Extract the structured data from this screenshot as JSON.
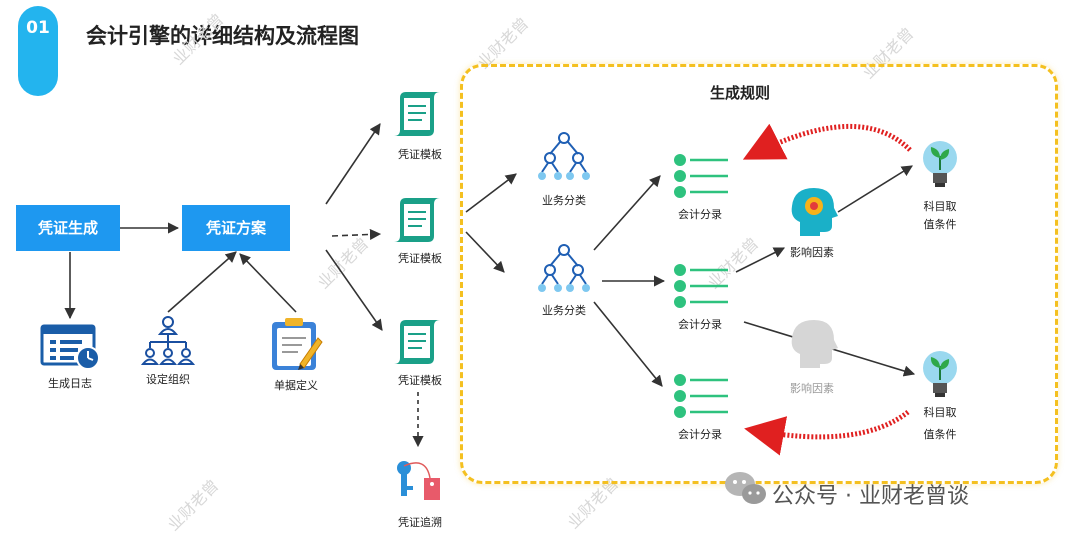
{
  "header": {
    "badge": "01",
    "title": "会计引擎的详细结构及流程图"
  },
  "left": {
    "voucher_gen": "凭证生成",
    "voucher_plan": "凭证方案",
    "gen_log": "生成日志",
    "set_org": "设定组织",
    "doc_def": "单据定义"
  },
  "templates": {
    "t1": "凭证模板",
    "t2": "凭证模板",
    "t3": "凭证模板",
    "trace": "凭证追溯"
  },
  "rules": {
    "title": "生成规则",
    "biz_cat_1": "业务分类",
    "biz_cat_2": "业务分类",
    "entry_1": "会计分录",
    "entry_2": "会计分录",
    "entry_3": "会计分录",
    "factor_1": "影响因素",
    "factor_2": "影响因素",
    "cond_1_line1": "科目取",
    "cond_1_line2": "值条件",
    "cond_2_line1": "科目取",
    "cond_2_line2": "值条件"
  },
  "watermark": "业财老曾",
  "footer": {
    "text": "公众号 · 业财老曾谈"
  },
  "colors": {
    "badge": "#23b4ee",
    "box": "#1e98f0",
    "teal": "#1aa088",
    "green": "#2ec27e",
    "frame": "#f4c020",
    "red_arrow": "#e02020"
  }
}
